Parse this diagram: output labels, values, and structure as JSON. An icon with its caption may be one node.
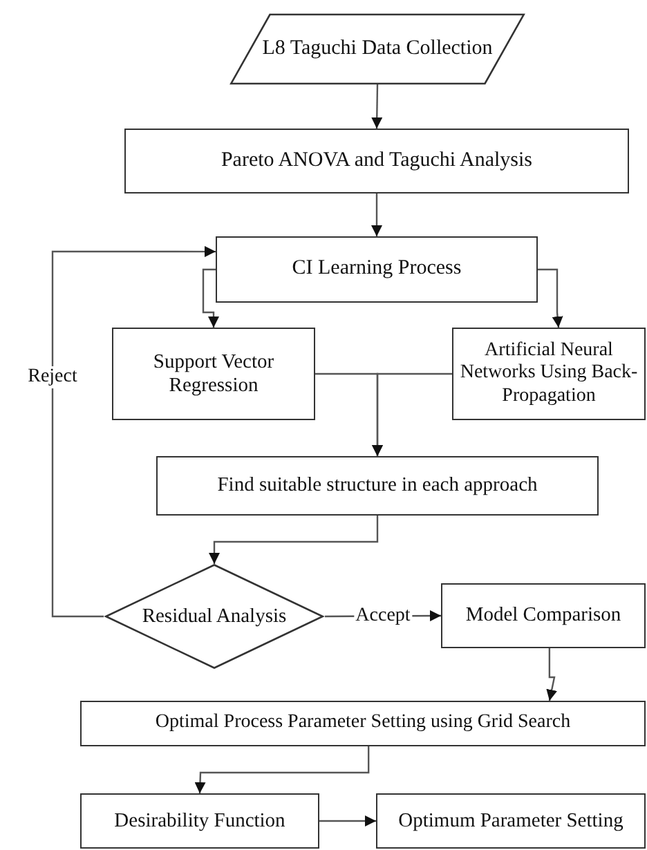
{
  "diagram": {
    "nodes": [
      {
        "text": [
          "L8 Taguchi Data Collection"
        ]
      },
      {
        "text": [
          "Pareto ANOVA and Taguchi Analysis"
        ]
      },
      {
        "text": [
          "CI  Learning Process"
        ]
      },
      {
        "text": [
          "Support Vector Regression"
        ]
      },
      {
        "text": [
          "Artificial Neural Networks Using Back-Propagation"
        ]
      },
      {
        "text": [
          "Find suitable structure  in each  approach"
        ]
      },
      {
        "text": [
          "Residual Analysis"
        ]
      },
      {
        "text": [
          "Model Comparison"
        ]
      },
      {
        "text": [
          "Optimal Process Parameter Setting using Grid Search"
        ]
      },
      {
        "text": [
          "Desirability Function"
        ]
      },
      {
        "text": [
          "Optimum Parameter Setting"
        ]
      }
    ],
    "edges": [
      {
        "from": 0,
        "to": 1,
        "arrow": "to"
      },
      {
        "from": 1,
        "to": 2,
        "arrow": "to"
      },
      {
        "from": 2,
        "to": 3,
        "arrow": "to"
      },
      {
        "from": 2,
        "to": 4,
        "arrow": "to"
      },
      {
        "from": 3,
        "to": 5,
        "arrow": "to"
      },
      {
        "from": 4,
        "to": 5,
        "arrow": "to"
      },
      {
        "from": 5,
        "to": 6,
        "arrow": "to"
      },
      {
        "from": 6,
        "to": 2,
        "arrow": "to",
        "label": "Reject"
      },
      {
        "from": 6,
        "to": 7,
        "arrow": "to",
        "label": "Accept"
      },
      {
        "from": 7,
        "to": 8,
        "arrow": "to"
      },
      {
        "from": 8,
        "to": 9,
        "arrow": "to"
      },
      {
        "from": 9,
        "to": 10,
        "arrow": "to"
      }
    ]
  }
}
